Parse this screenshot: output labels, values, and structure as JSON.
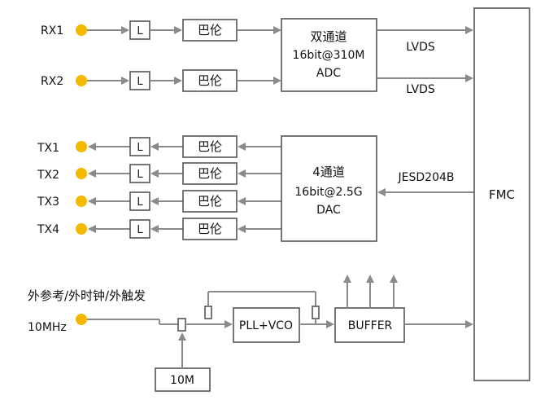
{
  "ports": {
    "rx1": "RX1",
    "rx2": "RX2",
    "tx1": "TX1",
    "tx2": "TX2",
    "tx3": "TX3",
    "tx4": "TX4",
    "ref_label": "外参考/外时钟/外触发",
    "ref_freq": "10MHz"
  },
  "blocks": {
    "l": "L",
    "balun": "巴伦",
    "adc": {
      "line1": "双通道",
      "line2": "16bit@310M",
      "line3": "ADC"
    },
    "dac": {
      "line1": "4通道",
      "line2": "16bit@2.5G",
      "line3": "DAC"
    },
    "fmc": "FMC",
    "pll": "PLL+VCO",
    "buffer": "BUFFER",
    "osc": "10M"
  },
  "links": {
    "lvds1": "LVDS",
    "lvds2": "LVDS",
    "jesd": "JESD204B"
  },
  "colors": {
    "port_dot": "#f5b800",
    "line": "#8a8a8a",
    "box_stroke": "#555555"
  }
}
